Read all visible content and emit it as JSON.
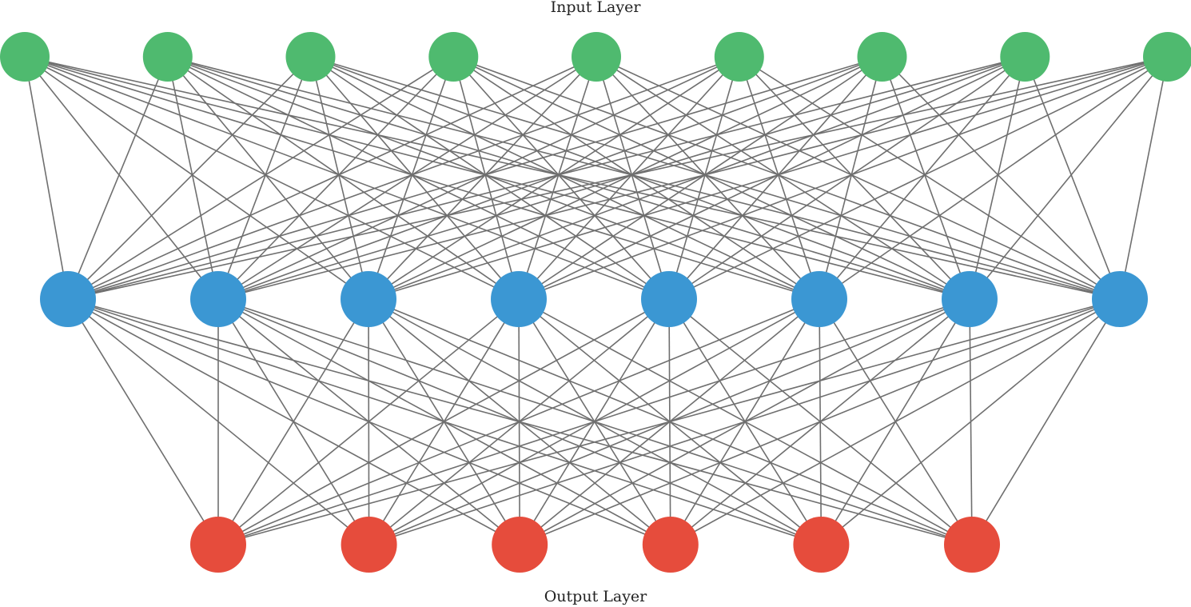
{
  "labels": {
    "top": "Input Layer",
    "bottom": "Output Layer"
  },
  "colors": {
    "input": "#4fba6f",
    "hidden": "#3b97d3",
    "output": "#e64c3c",
    "edge": "#6f6f6f"
  },
  "layers": [
    {
      "name": "input",
      "count": 9
    },
    {
      "name": "hidden",
      "count": 8
    },
    {
      "name": "output",
      "count": 6
    }
  ]
}
